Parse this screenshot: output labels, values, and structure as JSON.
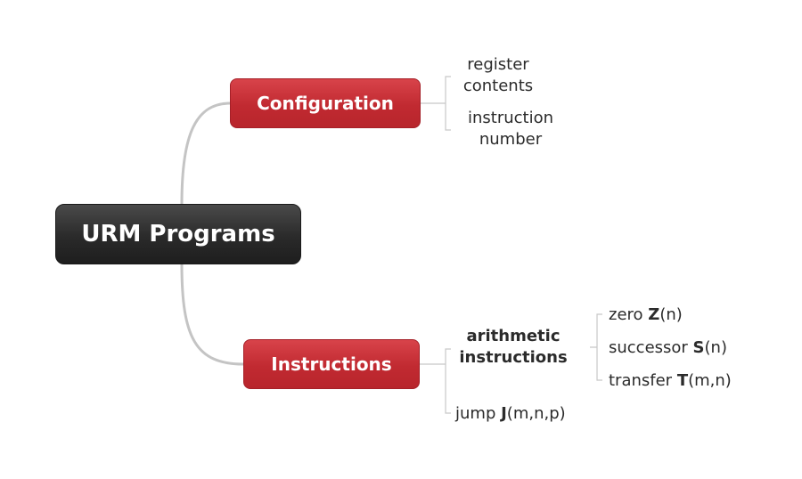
{
  "root": {
    "label": "URM Programs"
  },
  "configuration": {
    "label": "Configuration",
    "children": {
      "register_line1": "register",
      "register_line2": "contents",
      "instruction_line1": "instruction",
      "instruction_line2": "number"
    }
  },
  "instructions": {
    "label": "Instructions",
    "arithmetic": {
      "line1": "arithmetic",
      "line2": "instructions",
      "children": [
        {
          "text": "zero ",
          "symbol": "Z",
          "args": "(n)"
        },
        {
          "text": "successor ",
          "symbol": "S",
          "args": "(n)"
        },
        {
          "text": "transfer ",
          "symbol": "T",
          "args": "(m,n)"
        }
      ]
    },
    "jump": {
      "text": "jump ",
      "symbol": "J",
      "args": "(m,n,p)"
    }
  },
  "colors": {
    "root_fill": "#2e2e2e",
    "branch_fill": "#c12a31",
    "connector": "#bdbdbd",
    "text": "#2b2b2b"
  }
}
